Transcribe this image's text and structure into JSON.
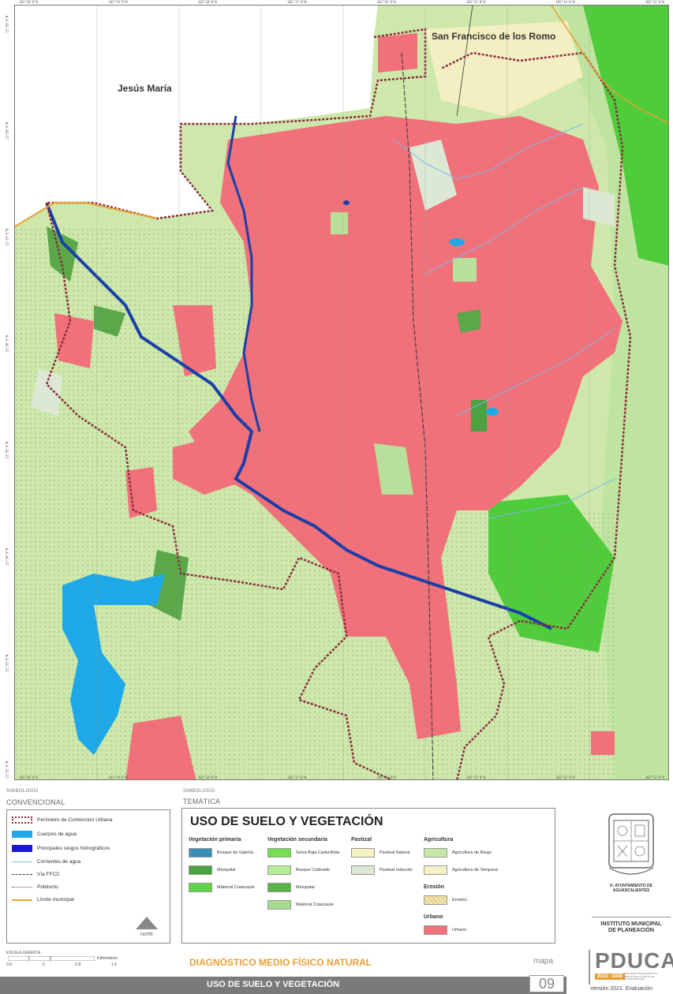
{
  "map": {
    "places": [
      "San Francisco de los Romo",
      "Jesús María"
    ],
    "coords_top": [
      "102°20'0\"W",
      "102°19'0\"W",
      "102°18'0\"W",
      "102°17'0\"W",
      "102°16'0\"W",
      "102°15'0\"W",
      "102°14'0\"W",
      "102°13'0\"W"
    ],
    "coords_left": [
      "21°59'0\"N",
      "21°58'0\"N",
      "21°57'0\"N",
      "21°56'0\"N",
      "21°55'0\"N",
      "21°54'0\"N",
      "21°53'0\"N",
      "21°52'0\"N"
    ],
    "colors": {
      "urbano": "#f0717a",
      "pastizal_inducido": "#c8e6a8",
      "agricultura_riego": "#b9e09a",
      "agricultura_temporal": "#f4efc2",
      "matorral": "#4fcc3a",
      "mezquital": "#5aa84a",
      "agua": "#1ea8e8",
      "rio": "#1a3fa8"
    }
  },
  "legend": {
    "simbologia": "SIMBOLOGÍA",
    "convencional": "CONVENCIONAL",
    "tematica": "TEMÁTICA",
    "conv_items": [
      {
        "label": "Perímetro de Contención Urbana",
        "icon": "dotted-boundary-icon"
      },
      {
        "label": "Cuerpos de agua",
        "color": "#1ea8e8"
      },
      {
        "label": "Principales rasgos hidrográficos",
        "color": "#1a1acc"
      },
      {
        "label": "Corrientes de agua",
        "icon": "stream-line-icon"
      },
      {
        "label": "Vía FFCC",
        "icon": "railway-line-icon"
      },
      {
        "label": "Poliducto",
        "icon": "pipeline-line-icon"
      },
      {
        "label": "Límite municipal",
        "color": "#e8a032"
      }
    ],
    "north": "norte",
    "title": "USO DE SUELO Y VEGETACIÓN",
    "groups": {
      "primaria": {
        "title": "Vegetación primaria",
        "items": [
          {
            "label": "Bosque de Galería",
            "color": "#3a8fb8"
          },
          {
            "label": "Mezquital",
            "color": "#4aa340"
          },
          {
            "label": "Matorral Crasicaule",
            "color": "#62d44a"
          }
        ]
      },
      "secundaria": {
        "title": "Vegetación secundaria",
        "items": [
          {
            "label": "Selva Baja Caducifolia",
            "color": "#72e050"
          },
          {
            "label": "Bosque Cultivado",
            "color": "#b4ec98"
          },
          {
            "label": "Mezquital",
            "color": "#5cb248"
          },
          {
            "label": "Matorral Crasicaule",
            "color": "#a4dc8c"
          }
        ]
      },
      "pastizal": {
        "title": "Pastizal",
        "items": [
          {
            "label": "Pastizal Natural",
            "color": "#f6f2c4"
          },
          {
            "label": "Pastizal Inducido",
            "color": "#dde8d4"
          }
        ]
      },
      "agricultura": {
        "title": "Agricultura",
        "items": [
          {
            "label": "Agricultura de Riego",
            "color": "#c4e8a4"
          },
          {
            "label": "Agricultura de Temporal",
            "color": "#f6f0c6"
          }
        ]
      },
      "erosion": {
        "title": "Erosión",
        "items": [
          {
            "label": "Erosión",
            "color": "#e6d08a"
          }
        ]
      },
      "urbano": {
        "title": "Urbano",
        "items": [
          {
            "label": "Urbano",
            "color": "#f0717a"
          }
        ]
      }
    },
    "ayuntamiento": "H. AYUNTAMIENTO DE AGUASCALIENTES",
    "instituto_1": "INSTITUTO MUNICIPAL",
    "instituto_2": "DE PLANEACIÓN"
  },
  "footer": {
    "scale_label": "ESCALA GRÁFICA",
    "scale_unit": "Kilómetros",
    "scale_nums": [
      "0.8",
      "0",
      "0.8",
      "1.6"
    ],
    "diagnostico": "DIAGNÓSTICO MEDIO FÍSICO NATURAL",
    "subtitle": "USO DE SUELO Y VEGETACIÓN",
    "mapa_label": "mapa",
    "mapa_num": "09",
    "pduca": "PDUCA",
    "pduca_years": "2013 - 2040",
    "pduca_small": "PROGRAMA DE DESARROLLO URBANO DE LA CIUDAD DE AGUASCALIENTES",
    "version": "Versión 2021. Evaluación"
  }
}
